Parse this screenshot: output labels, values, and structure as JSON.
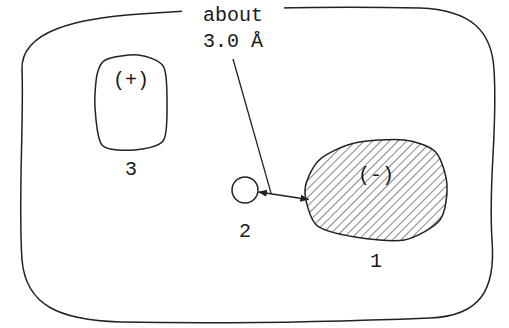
{
  "diagram": {
    "nodes": [
      {
        "text": [
          "(+)",
          "3"
        ]
      },
      {
        "text": [
          "2"
        ]
      },
      {
        "text": [
          "(-)",
          "1"
        ]
      }
    ],
    "edges": [
      {
        "from": 1,
        "to": 2,
        "arrow": "both",
        "label": "about 3.0 Å"
      }
    ]
  }
}
